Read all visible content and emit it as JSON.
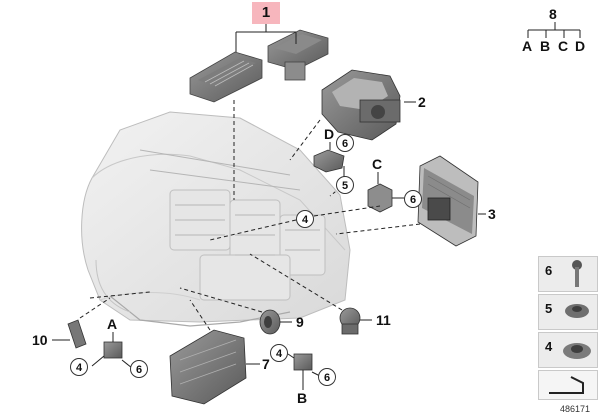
{
  "callouts": {
    "p1": "1",
    "p2": "2",
    "p3": "3",
    "p7": "7",
    "p8": "8",
    "p9": "9",
    "p10": "10",
    "p11": "11",
    "A_top": "A",
    "A_bottom": "A",
    "B_top": "B",
    "B_bottom": "B",
    "C_top": "C",
    "C_bottom": "C",
    "D_top": "D",
    "D_bottom": "D",
    "c4_center": "4",
    "c4_left": "4",
    "c4_bottom": "4",
    "c5": "5",
    "c6_d": "6",
    "c6_c": "6",
    "c6_left": "6",
    "c6_bottom": "6"
  },
  "legend": {
    "item6": "6",
    "item5": "5",
    "item4": "4"
  },
  "reference_number": "486171"
}
